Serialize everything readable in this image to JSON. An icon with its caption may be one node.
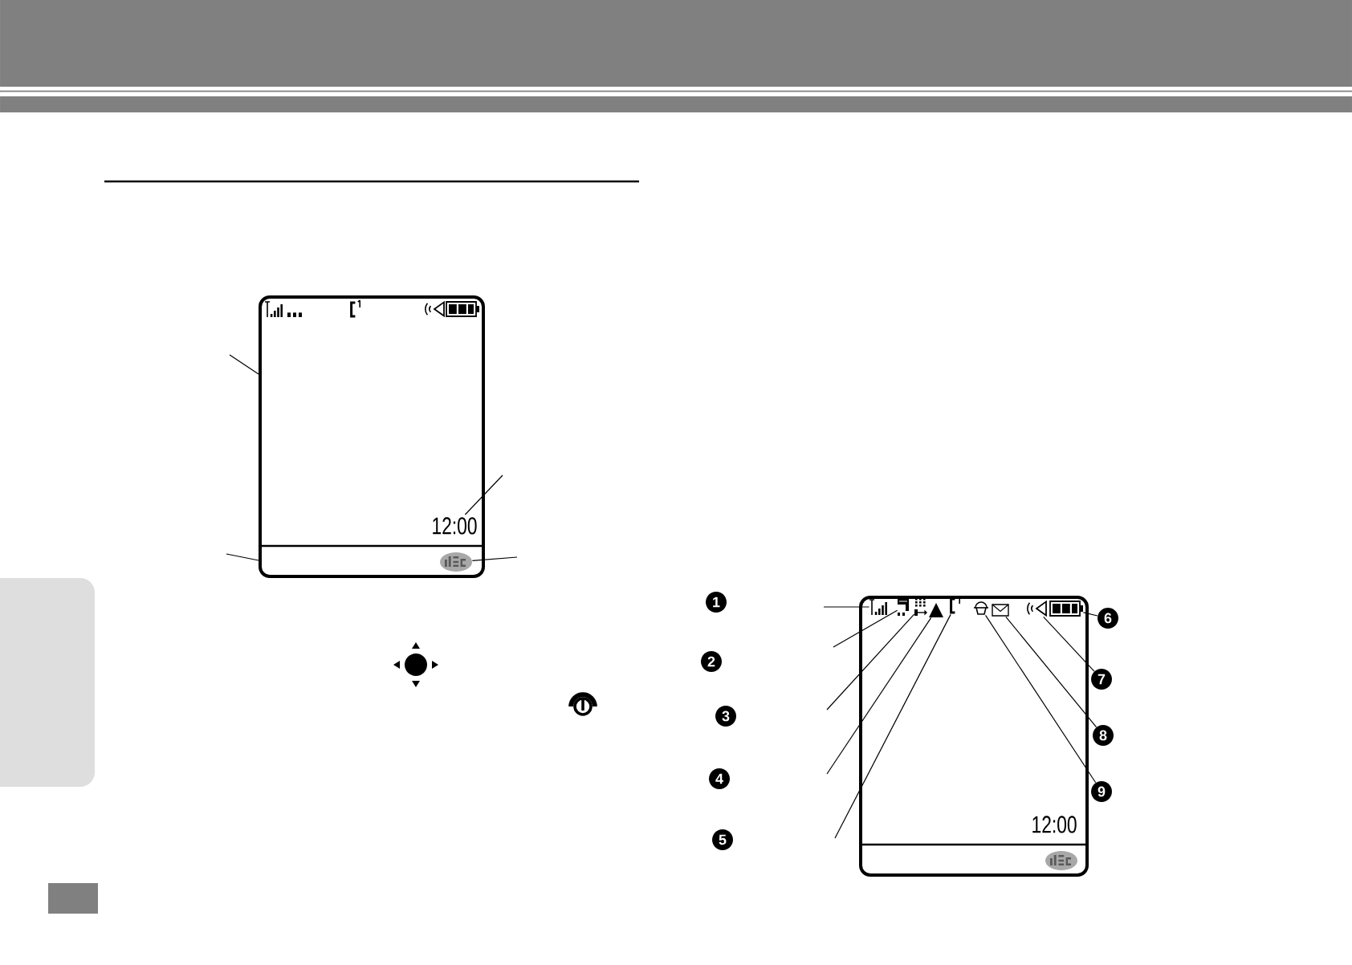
{
  "diagram": {
    "nodes": [
      {
        "text": [],
        "shape": "box"
      },
      {
        "text": [],
        "shape": "box"
      },
      {
        "text": [
          "12:00"
        ],
        "in": 1
      },
      {
        "text": [],
        "shape": "picture",
        "in": 1
      },
      {
        "text": [
          "12:00"
        ]
      },
      {
        "text": [],
        "shape": "picture",
        "in": 4
      },
      {
        "text": [],
        "shape": "picture",
        "in": 4
      },
      {
        "text": [],
        "shape": "picture",
        "in": 4
      },
      {
        "text": [],
        "shape": "picture",
        "in": 4
      },
      {
        "text": [],
        "shape": "picture",
        "in": 4
      },
      {
        "text": [],
        "shape": "picture",
        "in": 4
      },
      {
        "text": [],
        "shape": "picture",
        "in": 4
      },
      {
        "text": [],
        "shape": "picture",
        "in": 4
      },
      {
        "text": [],
        "shape": "picture",
        "in": 4
      },
      {
        "text": [
          "1"
        ]
      },
      {
        "text": [
          "2"
        ]
      },
      {
        "text": [
          "3"
        ]
      },
      {
        "text": [
          "4"
        ]
      },
      {
        "text": [
          "5"
        ]
      },
      {
        "text": [
          "6"
        ]
      },
      {
        "text": [
          "7"
        ]
      },
      {
        "text": [
          "8"
        ]
      },
      {
        "text": [
          "9"
        ]
      }
    ],
    "edges": [
      {
        "from": null,
        "to": 1,
        "arrow": "none"
      },
      {
        "from": null,
        "to": 2,
        "arrow": "none"
      },
      {
        "from": null,
        "to": 1,
        "arrow": "none"
      },
      {
        "from": null,
        "to": 3,
        "arrow": "none"
      },
      {
        "from": null,
        "to": 5,
        "arrow": "none"
      },
      {
        "from": null,
        "to": 6,
        "arrow": "none"
      },
      {
        "from": null,
        "to": 7,
        "arrow": "none"
      },
      {
        "from": null,
        "to": 8,
        "arrow": "none"
      },
      {
        "from": null,
        "to": 9,
        "arrow": "none"
      },
      {
        "from": 13,
        "to": 19,
        "arrow": "none"
      },
      {
        "from": 12,
        "to": 20,
        "arrow": "none"
      },
      {
        "from": 11,
        "to": 21,
        "arrow": "none"
      },
      {
        "from": 10,
        "to": 22,
        "arrow": "none"
      }
    ]
  }
}
